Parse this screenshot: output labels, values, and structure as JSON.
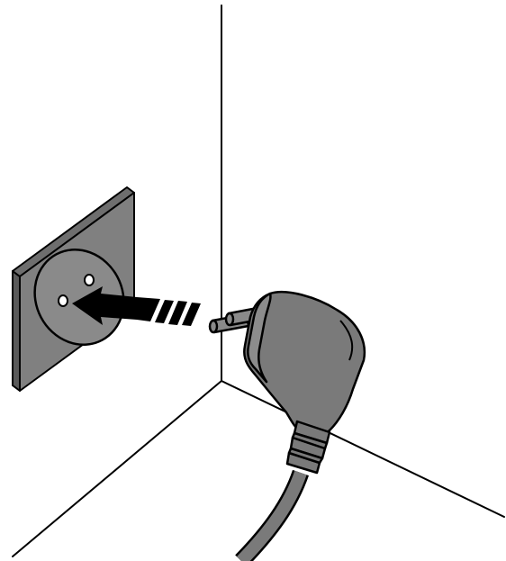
{
  "illustration": {
    "colors": {
      "background": "#ffffff",
      "outline": "#000000",
      "socket_face": "#808080",
      "socket_edge": "#5a5a5a",
      "socket_holes": "#ffffff",
      "plug_body": "#7a7a7a",
      "plug_highlight": "#8c8c8c",
      "pins": "#8a8a8a",
      "cable": "#7a7a7a",
      "arrow": "#000000"
    },
    "icons": [
      "wall-corner",
      "power-socket",
      "insert-arrow",
      "power-plug",
      "power-cable"
    ]
  }
}
